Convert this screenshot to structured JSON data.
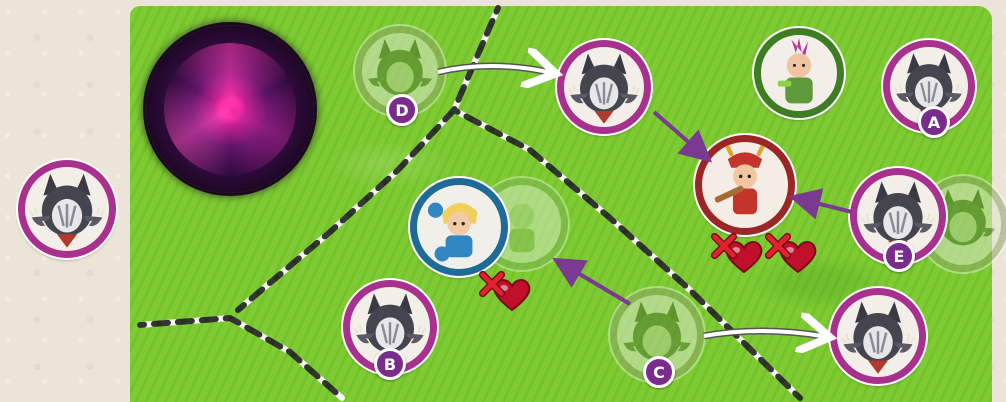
{
  "board": {
    "surface": "grass",
    "colors": {
      "grass": "#7ecb33",
      "monster_ring": "#a8318e",
      "badge": "#7a2c8c",
      "arrow_purple": "#7a3a92",
      "arrow_white": "#ffffff",
      "heart": "#c0102a",
      "samurai_ring": "#9b2626",
      "blonde_ring": "#1f6b97",
      "punk_ring": "#3e7d23"
    },
    "portal": {
      "name": "vortex-portal",
      "icon": "swirl-vortex"
    }
  },
  "monster_reserve": {
    "icon": "werewolf-monster"
  },
  "monsters": [
    {
      "label": "A",
      "icon": "werewolf-monster"
    },
    {
      "label": "B",
      "icon": "werewolf-monster"
    },
    {
      "label": "C",
      "icon": "werewolf-monster",
      "state": "moved-from (faded)",
      "moves_to": "werewolf-at-lower-right",
      "attacks": "blonde-hero"
    },
    {
      "label": "D",
      "icon": "werewolf-monster",
      "state": "moved-from (faded)",
      "moves_to": "werewolf-at-top",
      "attacks": "samurai-hero"
    },
    {
      "label": "E",
      "icon": "werewolf-monster",
      "attacks": "samurai-hero"
    }
  ],
  "heroes": [
    {
      "name": "samurai-hero",
      "icon": "samurai-with-bat",
      "wounds": 2
    },
    {
      "name": "blonde-hero",
      "icon": "blonde-fighter",
      "wounds": 1
    },
    {
      "name": "punk-hero",
      "icon": "punk-with-slingshot",
      "wounds": 0
    }
  ]
}
